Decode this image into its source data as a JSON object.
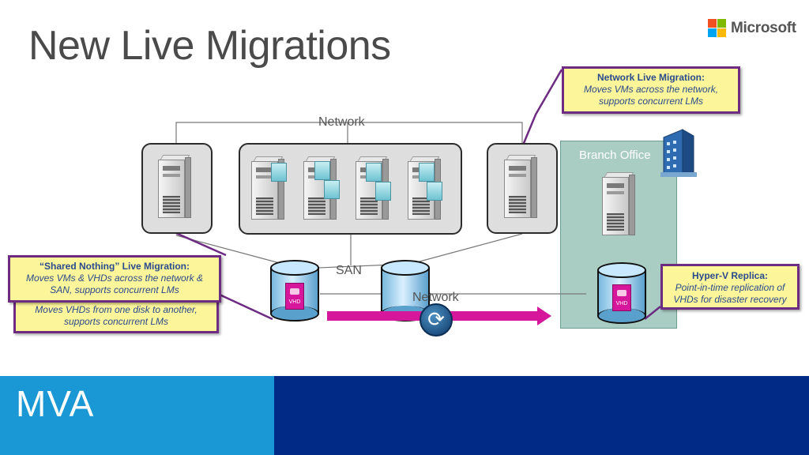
{
  "slide": {
    "title": "New Live Migrations",
    "brand": "Microsoft",
    "footer_label": "MVA"
  },
  "colors": {
    "ms_red": "#f25022",
    "ms_green": "#7fba00",
    "ms_blue": "#00a4ef",
    "ms_yellow": "#ffb900",
    "callout_fill": "#fdf59a",
    "callout_border": "#6d2b82",
    "migration_arrow": "#d6179b",
    "band_light": "#1a97d5",
    "band_dark": "#002a86",
    "branch_fill": "#a9ccc3"
  },
  "diagram": {
    "network_top_label": "Network",
    "san_label": "SAN",
    "network_bottom_label": "Network",
    "branch_label": "Branch Office",
    "vhd_label": "VHD"
  },
  "callouts": {
    "network_live_migration": {
      "title": "Network Live Migration:",
      "body_line1": "Moves VMs across the network,",
      "body_line2": "supports concurrent LMs"
    },
    "shared_nothing": {
      "title": "“Shared Nothing” Live Migration:",
      "body_line1": "Moves VMs & VHDs across the network &",
      "body_line2": "SAN, supports concurrent LMs"
    },
    "storage_migration": {
      "body_line1": "Moves VHDs from one disk to another,",
      "body_line2": "supports concurrent LMs"
    },
    "hyperv_replica": {
      "title": "Hyper-V Replica:",
      "body_line1": "Point-in-time replication of",
      "body_line2": "VHDs for disaster recovery"
    }
  }
}
